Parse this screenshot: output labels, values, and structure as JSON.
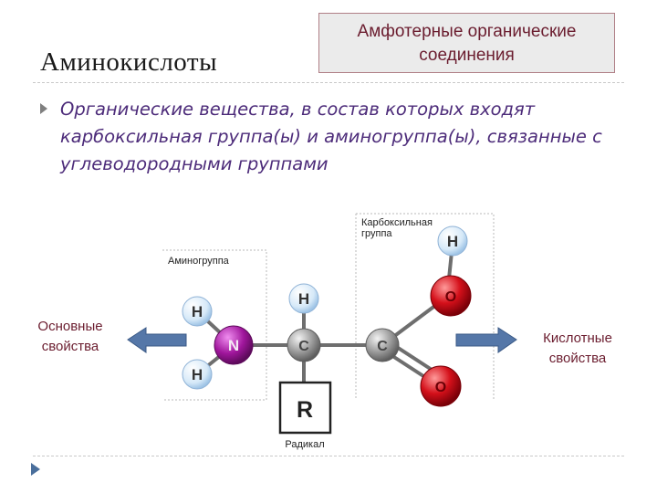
{
  "slide": {
    "title": "Аминокислоты",
    "callout": "Амфотерные органические соединения",
    "definition": "Органические вещества, в состав которых входят карбоксильная группа(ы) и аминогруппа(ы), связанные с углеводородными группами"
  },
  "diagram": {
    "amino_group_label": "Аминогруппа",
    "carboxyl_group_label": "Карбоксильная группа",
    "radical_label": "Радикал",
    "atoms": {
      "h_amino_top": "H",
      "h_amino_bottom": "H",
      "nitrogen": "N",
      "carbon_alpha": "C",
      "carbon_carboxyl": "C",
      "h_alpha": "H",
      "h_hydroxyl": "H",
      "oxygen_top": "O",
      "oxygen_bottom": "O",
      "radical": "R"
    },
    "left_property": "Основные свойства",
    "right_property": "Кислотные свойства",
    "colors": {
      "hydrogen": "#d6e9f8",
      "nitrogen": "#a0169c",
      "carbon": "#9a9a9a",
      "oxygen": "#d4101a",
      "arrow": "#5577a8",
      "title_text": "#6b1d2f",
      "definition_text": "#4d2c7a"
    }
  }
}
